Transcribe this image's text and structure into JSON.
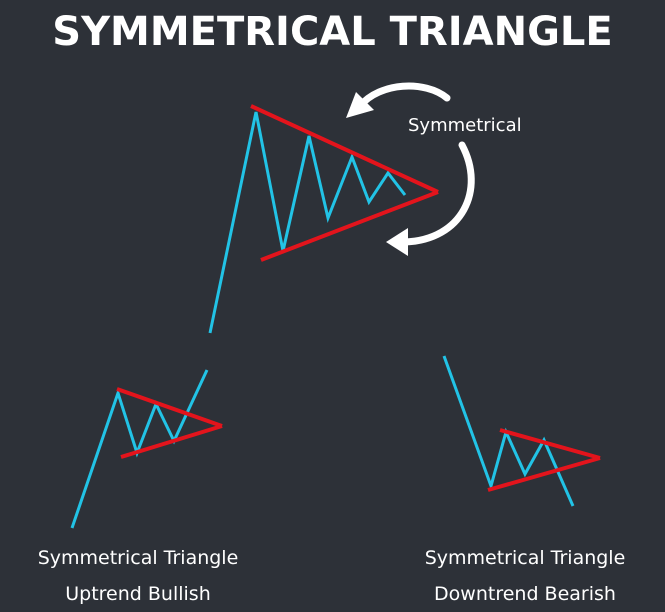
{
  "title": "SYMMETRICAL TRIANGLE",
  "annotation_label": "Symmetrical",
  "captions": {
    "left": [
      "Symmetrical Triangle",
      "Uptrend Bullish"
    ],
    "right": [
      "Symmetrical Triangle",
      "Downtrend Bearish"
    ]
  },
  "colors": {
    "background": "#2d3138",
    "price_line": "#22c3e6",
    "trendline": "#e3141c",
    "text": "#ffffff",
    "arrow": "#ffffff"
  }
}
